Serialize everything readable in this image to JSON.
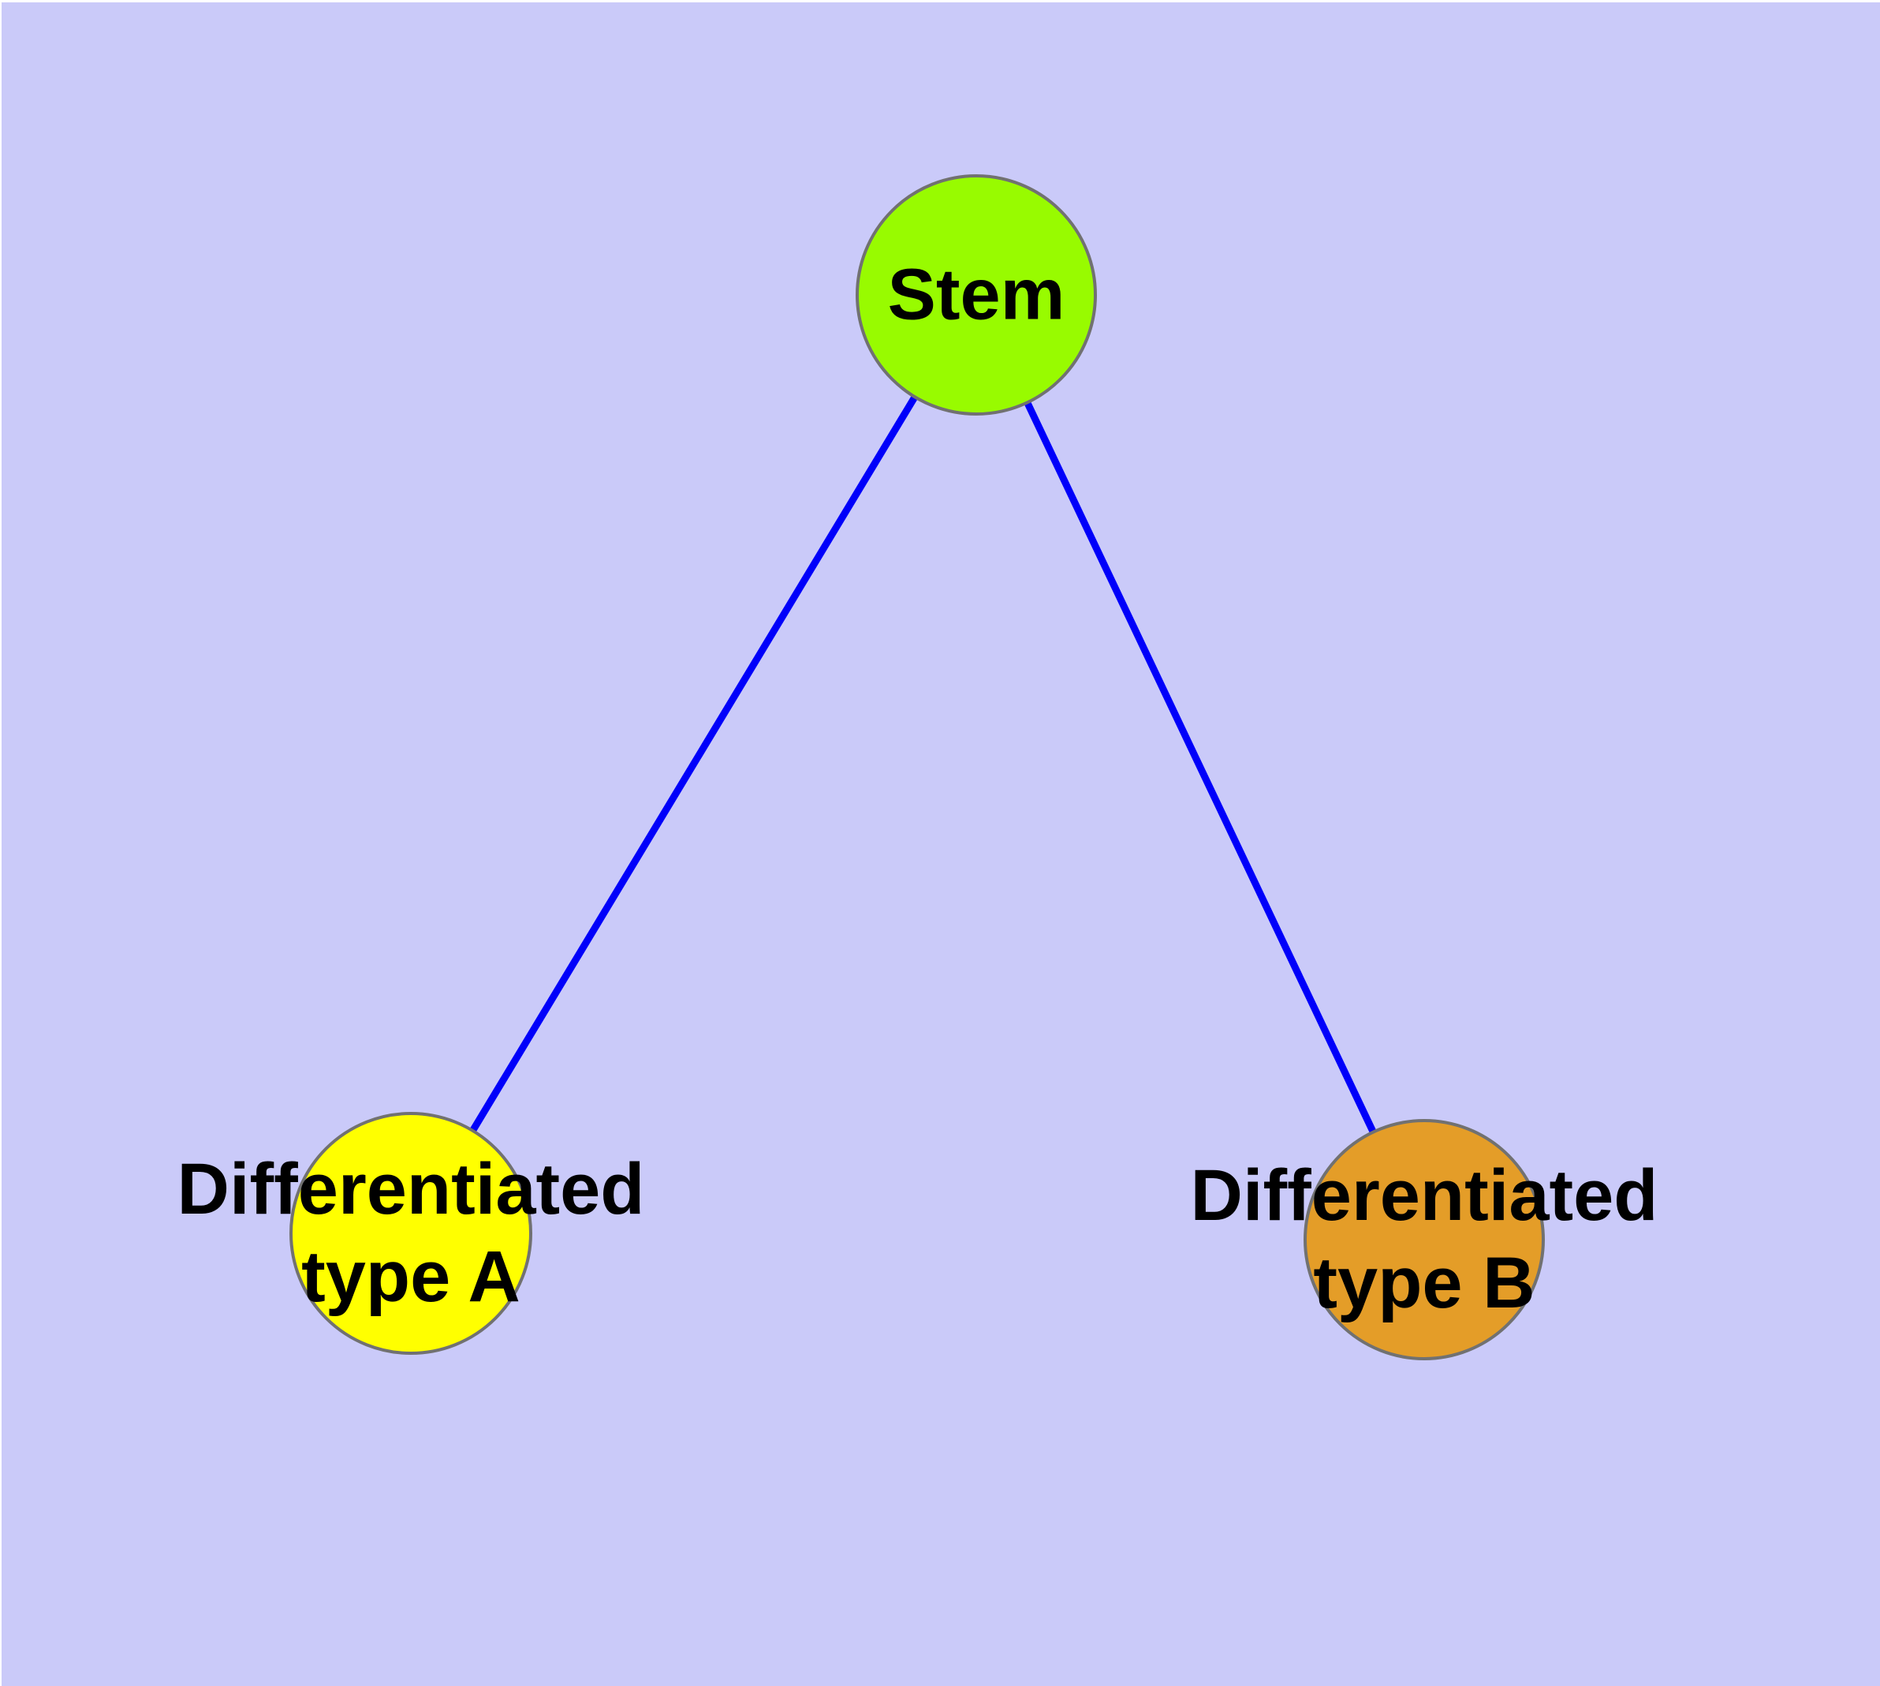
{
  "diagram": {
    "background_color": "#CACAF9",
    "frame_color": "#FFFFFF",
    "edge_color": "#0000FA",
    "node_border_color": "#717171",
    "label_color": "#000000",
    "nodes": {
      "stem": {
        "label": "Stem",
        "fill": "#98FB00"
      },
      "type_a": {
        "label_line1": "Differentiated",
        "label_line2": "type A",
        "fill": "#FFFF00"
      },
      "type_b": {
        "label_line1": "Differentiated",
        "label_line2": "type B",
        "fill": "#E49D28"
      }
    },
    "edges": [
      {
        "from": "Stem",
        "to": "Differentiated type A"
      },
      {
        "from": "Stem",
        "to": "Differentiated type B"
      }
    ]
  }
}
